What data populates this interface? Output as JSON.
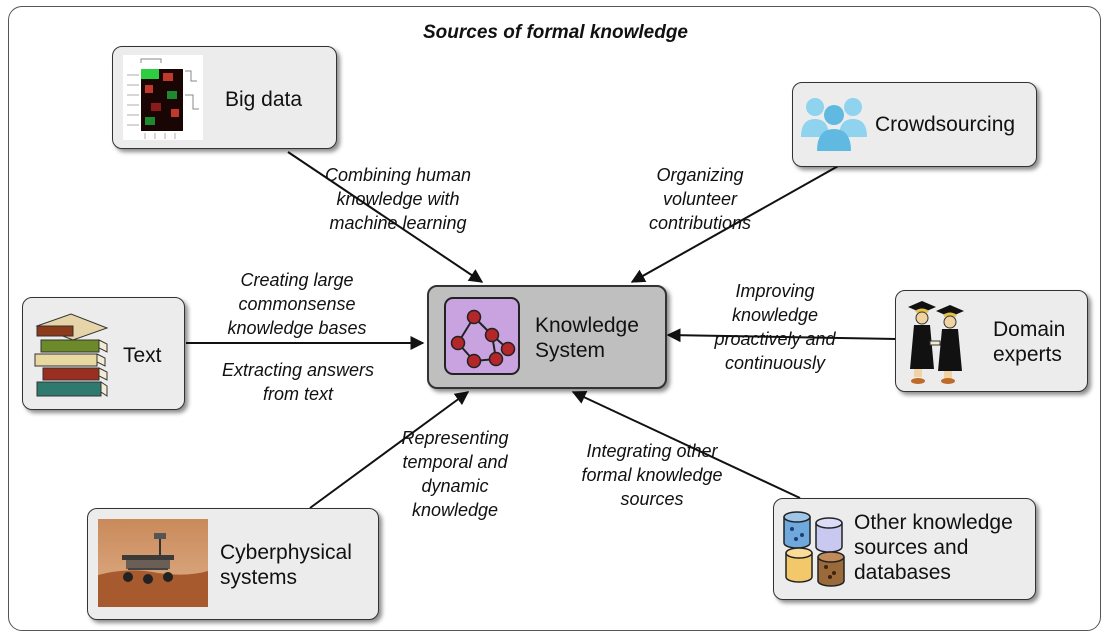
{
  "title": "Sources of formal knowledge",
  "center": {
    "label_line1": "Knowledge",
    "label_line2": "System"
  },
  "sources": {
    "big_data": {
      "label": "Big data"
    },
    "crowdsourcing": {
      "label": "Crowdsourcing"
    },
    "text": {
      "label": "Text"
    },
    "domain_experts": {
      "label_line1": "Domain",
      "label_line2": "experts"
    },
    "cyberphysical": {
      "label_line1": "Cyberphysical",
      "label_line2": "systems"
    },
    "other": {
      "label_line1": "Other knowledge",
      "label_line2": "sources and",
      "label_line3": "databases"
    }
  },
  "captions": {
    "big_data": [
      "Combining human",
      "knowledge with",
      "machine learning"
    ],
    "crowdsourcing": [
      "Organizing",
      "volunteer",
      "contributions"
    ],
    "text_a": [
      "Creating large",
      "commonsense",
      "knowledge bases"
    ],
    "text_b": [
      "Extracting answers",
      "from text"
    ],
    "experts": [
      "Improving",
      "knowledge",
      "proactively and",
      "continuously"
    ],
    "cyber": [
      "Representing",
      "temporal and",
      "dynamic",
      "knowledge"
    ],
    "other": [
      "Integrating other",
      "formal knowledge",
      "sources"
    ]
  },
  "colors": {
    "center_fill": "#bfbfbf",
    "box_fill": "#ececec",
    "graph_icon_bg": "#c9a3e0",
    "graph_node": "#b3262a"
  }
}
